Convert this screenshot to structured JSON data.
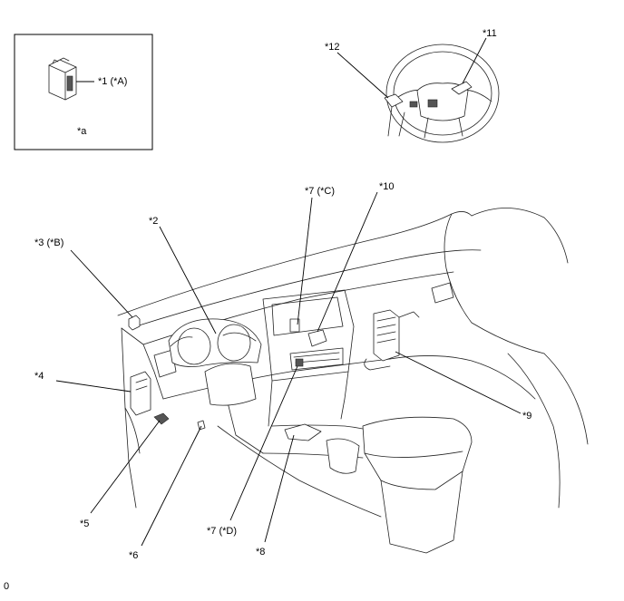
{
  "inset": {
    "label": "*a",
    "part_label": "*1 (*A)"
  },
  "callouts": {
    "c1": "*1 (*A)",
    "c2": "*2",
    "c3": "*3 (*B)",
    "c4": "*4",
    "c5": "*5",
    "c6": "*6",
    "c7c": "*7 (*C)",
    "c7d": "*7 (*D)",
    "c8": "*8",
    "c9": "*9",
    "c10": "*10",
    "c11": "*11",
    "c12": "*12"
  },
  "footer": {
    "figure_id": "0"
  }
}
